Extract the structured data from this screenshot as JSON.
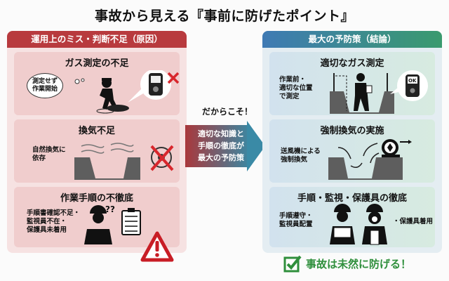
{
  "title": "事故から見える『事前に防げたポイント』",
  "left_column": {
    "header": "運用上のミス・判断不足（原因）",
    "color": "#b83a3e",
    "cards": [
      {
        "title": "ガス測定の不足",
        "thought_bubble": "測定せず\n作業開始",
        "icons": [
          "worker-entering-manhole-icon",
          "gas-detector-icon",
          "red-x-icon"
        ]
      },
      {
        "title": "換気不足",
        "side_text": "自然換気に\n依存",
        "icons": [
          "airflow-arrows-icon",
          "pit-icon",
          "fan-crossed-out-icon"
        ]
      },
      {
        "title": "作業手順の不徹底",
        "side_text": "手順書確認不足・\n監視員不在・\n保護具未着用",
        "icons": [
          "confused-worker-icon",
          "checklist-icon"
        ]
      }
    ],
    "warning_icon": "warning-triangle-icon"
  },
  "connector": {
    "lead": "だからこそ！",
    "arrow_text": "適切な知識と\n手順の徹底が\n最大の予防策"
  },
  "right_column": {
    "header": "最大の予防策（結論）",
    "cards": [
      {
        "title": "適切なガス測定",
        "side_text": "作業前・\n適切な位置\nで測定",
        "detector_label": "OK",
        "icons": [
          "worker-measuring-icon",
          "gas-detector-ok-icon"
        ]
      },
      {
        "title": "強制換気の実施",
        "side_text": "送風機による\n強制換気",
        "icons": [
          "blower-fan-icon",
          "airflow-arrows-icon",
          "pit-icon"
        ]
      },
      {
        "title": "手順・監視・保護具の徹底",
        "side_text": "手順遵守・\n監視員配置",
        "side_text_right": "・保護具着用",
        "icons": [
          "worker-reading-manual-icon",
          "worker-respirator-icon"
        ]
      }
    ]
  },
  "result": {
    "text": "事故は未然に防げる！",
    "color": "#2f8f3c",
    "icon": "checkbox-check-icon"
  }
}
